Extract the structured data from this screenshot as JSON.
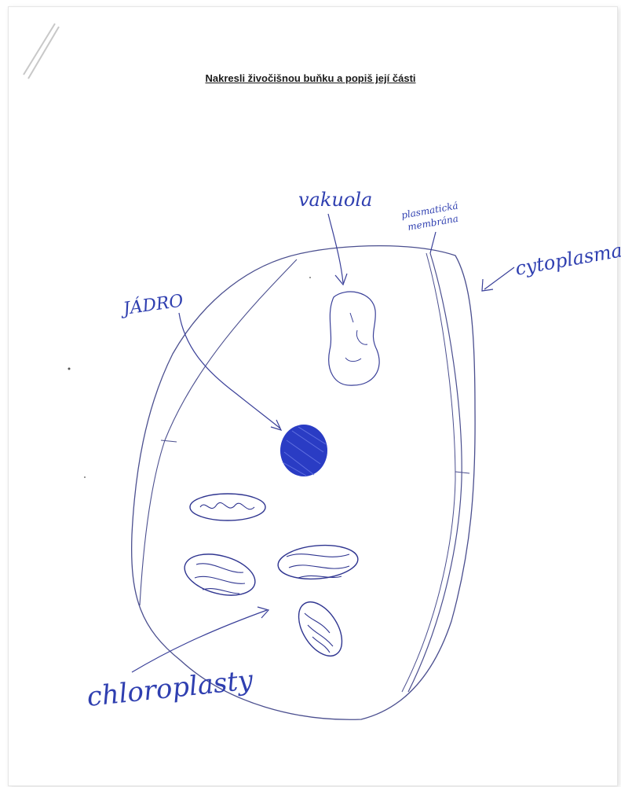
{
  "title": "Nakresli živočišnou buňku a popiš její části",
  "labels": {
    "vakuola": "vakuola",
    "plasmaticka_membrana_line1": "plasmatická",
    "plasmaticka_membrana_line2": "membrána",
    "cytoplasma": "cytoplasma",
    "jadro": "JÁDRO",
    "chloroplasty": "chloroplasty"
  },
  "colors": {
    "ink": "#2f3fb0",
    "nucleus": "#2a3cc4",
    "title": "#1a1a1a",
    "paper": "#ffffff"
  }
}
